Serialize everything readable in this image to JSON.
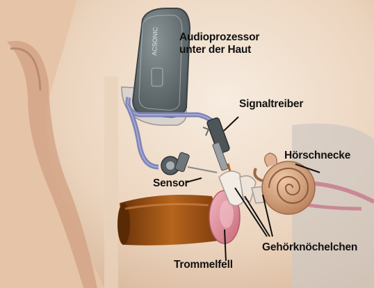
{
  "labels": {
    "audioprozessor_line1": "Audioprozessor",
    "audioprozessor_line2": "unter der Haut",
    "signaltreiber": "Signaltreiber",
    "hoerschnecke": "Hörschnecke",
    "sensor": "Sensor",
    "gehoerknoechelchen": "Gehörknöchelchen",
    "trommelfell": "Trommelfell"
  },
  "colors": {
    "background": "#ffffff",
    "skin": "#f0dcc8",
    "skin_shadow": "#d9b79c",
    "processor": "#5f6a6d",
    "cable": "#7f84b8",
    "ear_canal": "#8a4a14",
    "cochlea": "#d6a07c",
    "nerve": "#c98896",
    "label_text": "#111111"
  },
  "icons": [
    "processor-device-icon",
    "cochlea-icon",
    "ear-canal-icon",
    "sensor-icon",
    "signal-driver-icon"
  ]
}
